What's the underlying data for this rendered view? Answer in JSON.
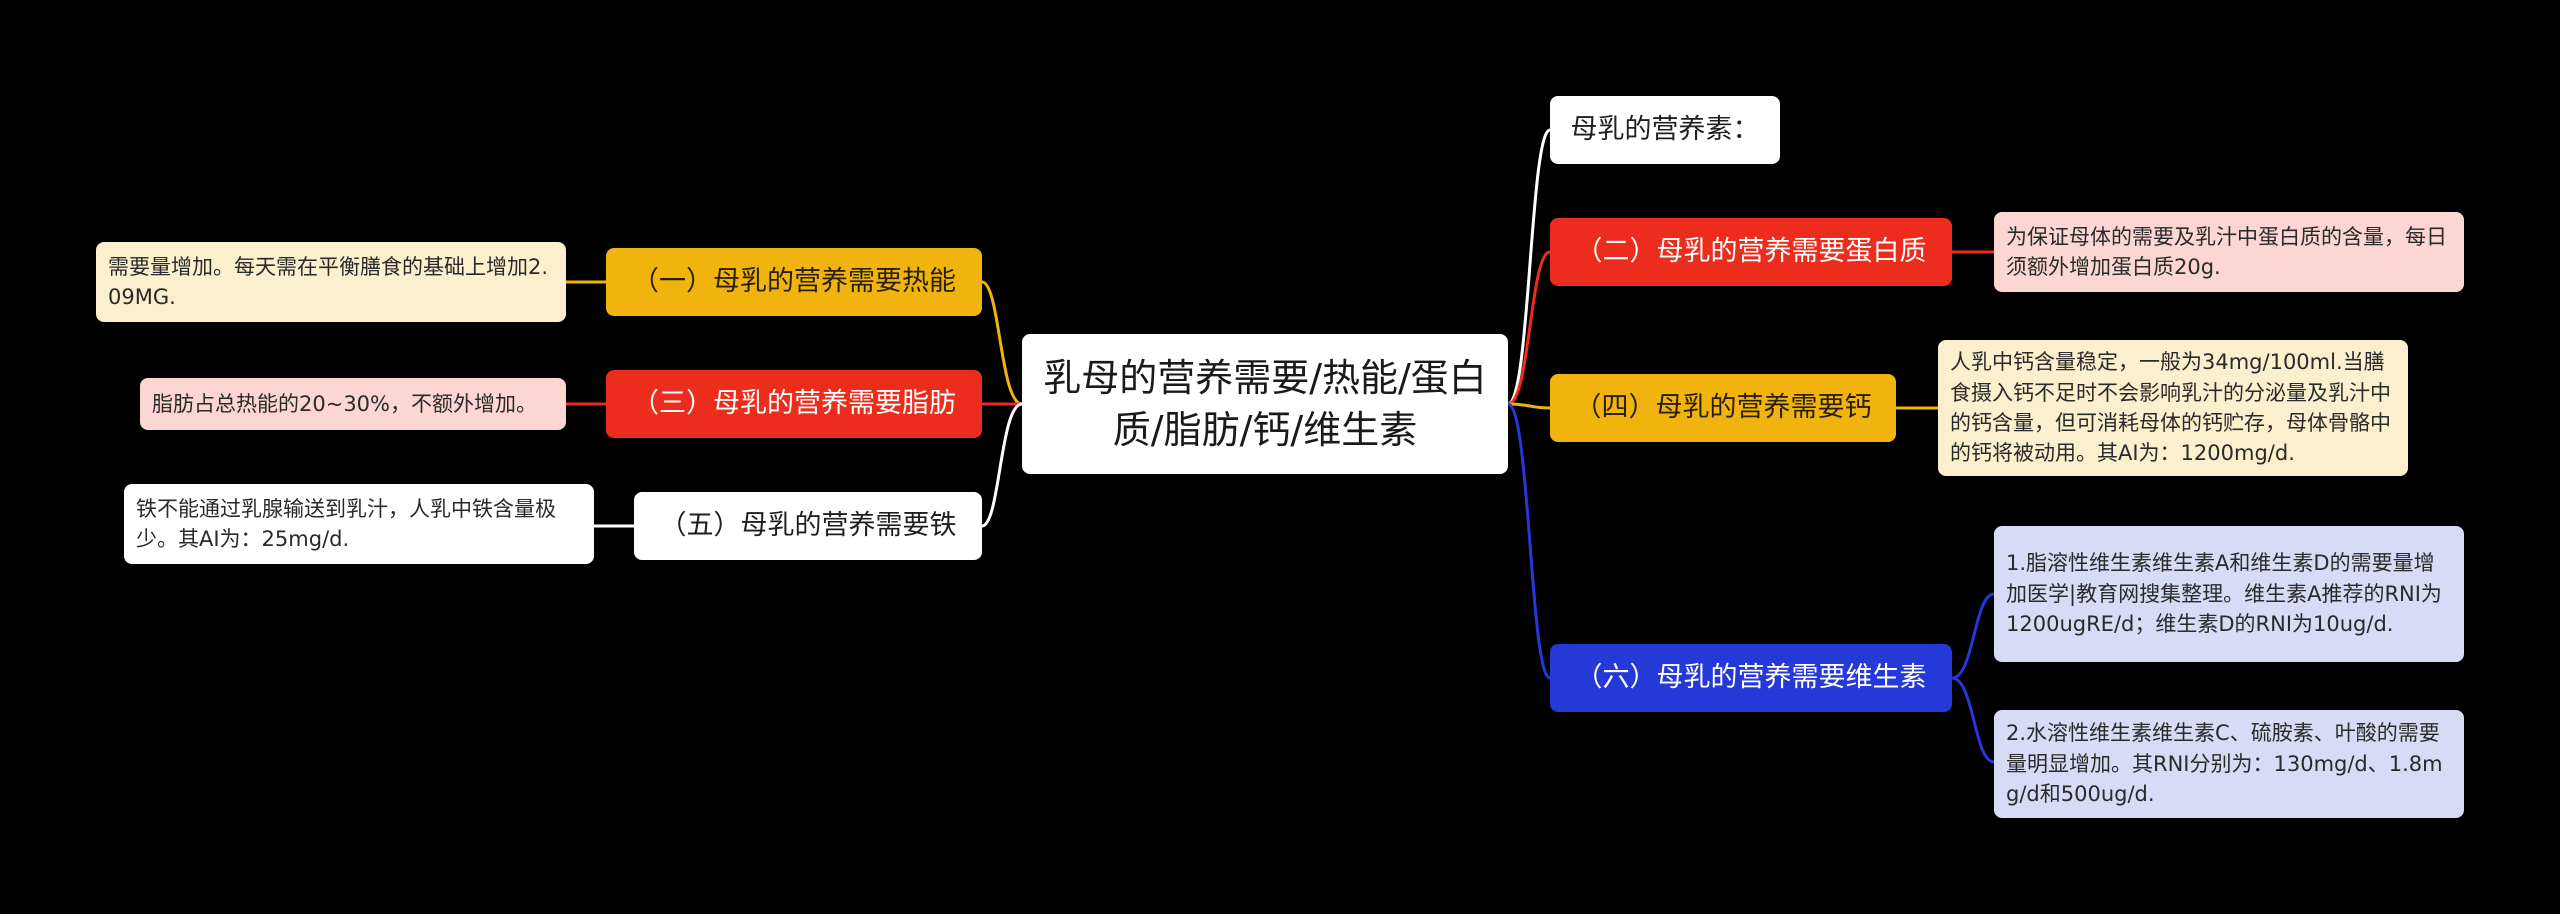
{
  "root": {
    "text": "乳母的营养需要/热能/蛋白质/脂肪/钙/维生素"
  },
  "colors": {
    "background": "#000000",
    "yellow": "#f1b40f",
    "red": "#ec2c1d",
    "blue": "#2439d8",
    "white": "#ffffff",
    "leaf_yellow": "#fbefcd",
    "leaf_red": "#fbd6d2",
    "leaf_blue": "#d8dbf6"
  },
  "branches": {
    "intro": {
      "label": "母乳的营养素："
    },
    "protein": {
      "label": "（二）母乳的营养需要蛋白质",
      "details": [
        "为保证母体的需要及乳汁中蛋白质的含量，每日须额外增加蛋白质20g."
      ]
    },
    "calcium": {
      "label": "（四）母乳的营养需要钙",
      "details": [
        "人乳中钙含量稳定，一般为34mg/100ml.当膳食摄入钙不足时不会影响乳汁的分泌量及乳汁中的钙含量，但可消耗母体的钙贮存，母体骨骼中的钙将被动用。其AI为：1200mg/d."
      ]
    },
    "vitamins": {
      "label": "（六）母乳的营养需要维生素",
      "details": [
        "1.脂溶性维生素维生素A和维生素D的需要量增加医学|教育网搜集整理。维生素A推荐的RNI为1200ugRE/d；维生素D的RNI为10ug/d.",
        "2.水溶性维生素维生素C、硫胺素、叶酸的需要量明显增加。其RNI分别为：130mg/d、1.8mg/d和500ug/d."
      ]
    },
    "energy": {
      "label": "（一）母乳的营养需要热能",
      "details": [
        "需要量增加。每天需在平衡膳食的基础上增加2.09MG."
      ]
    },
    "fat": {
      "label": "（三）母乳的营养需要脂肪",
      "details": [
        "脂肪占总热能的20~30%，不额外增加。"
      ]
    },
    "iron": {
      "label": "（五）母乳的营养需要铁",
      "details": [
        "铁不能通过乳腺输送到乳汁，人乳中铁含量极少。其AI为：25mg/d."
      ]
    }
  }
}
